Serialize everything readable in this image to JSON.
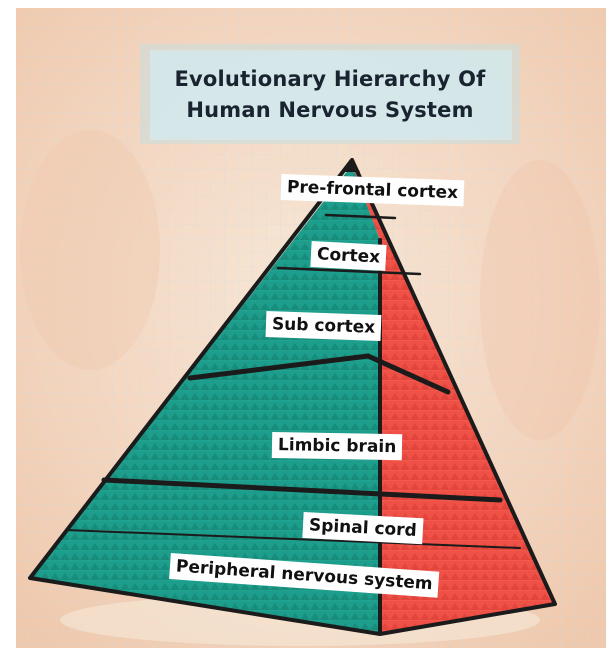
{
  "title": {
    "line1": "Evolutionary Hierarchy Of",
    "line2": "Human Nervous System"
  },
  "levels": [
    {
      "label": "Pre-frontal cortex"
    },
    {
      "label": "Cortex"
    },
    {
      "label": "Sub cortex"
    },
    {
      "label": "Limbic brain"
    },
    {
      "label": "Spinal cord"
    },
    {
      "label": "Peripheral nervous system"
    }
  ],
  "colors": {
    "teal_face": "#1a9a88",
    "red_face": "#ef4e45",
    "paper": "#f4d8c4",
    "outline": "#1b1b1b"
  }
}
